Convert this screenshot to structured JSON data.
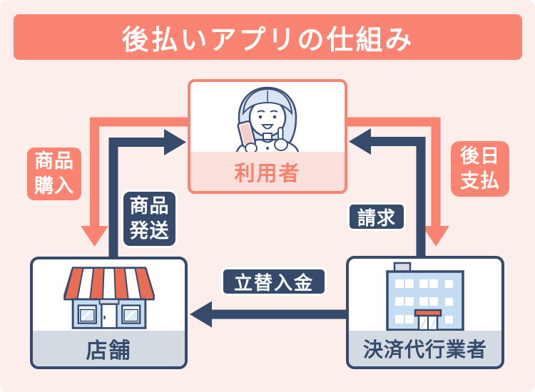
{
  "title": {
    "text": "後払いアプリの仕組み"
  },
  "nodes": {
    "user": {
      "label": "利用者"
    },
    "store": {
      "label": "店舗"
    },
    "agency": {
      "label": "決済代行業者"
    }
  },
  "flows": {
    "purchase": {
      "line1": "商品",
      "line2": "購入",
      "from": "user",
      "to": "store",
      "arrow_color": "#FA8471"
    },
    "shipping": {
      "line1": "商品",
      "line2": "発送",
      "from": "store",
      "to": "user",
      "arrow_color": "#364A6C"
    },
    "later_payment": {
      "line1": "後日",
      "line2": "支払",
      "from": "user",
      "to": "agency",
      "arrow_color": "#FA8471"
    },
    "invoice": {
      "label": "請求",
      "from": "agency",
      "to": "user",
      "arrow_color": "#364A6C"
    },
    "reimbursement": {
      "label": "立替入金",
      "from": "agency",
      "to": "store",
      "arrow_color": "#364A6C"
    }
  },
  "colors": {
    "background": "#FBEEEB",
    "accent_salmon": "#FA8471",
    "accent_navy": "#364A6C",
    "user_strip_pink": "#FCE0DB",
    "node_strip_gray": "#D4DAE2",
    "title_text": "#FFFFFF"
  }
}
